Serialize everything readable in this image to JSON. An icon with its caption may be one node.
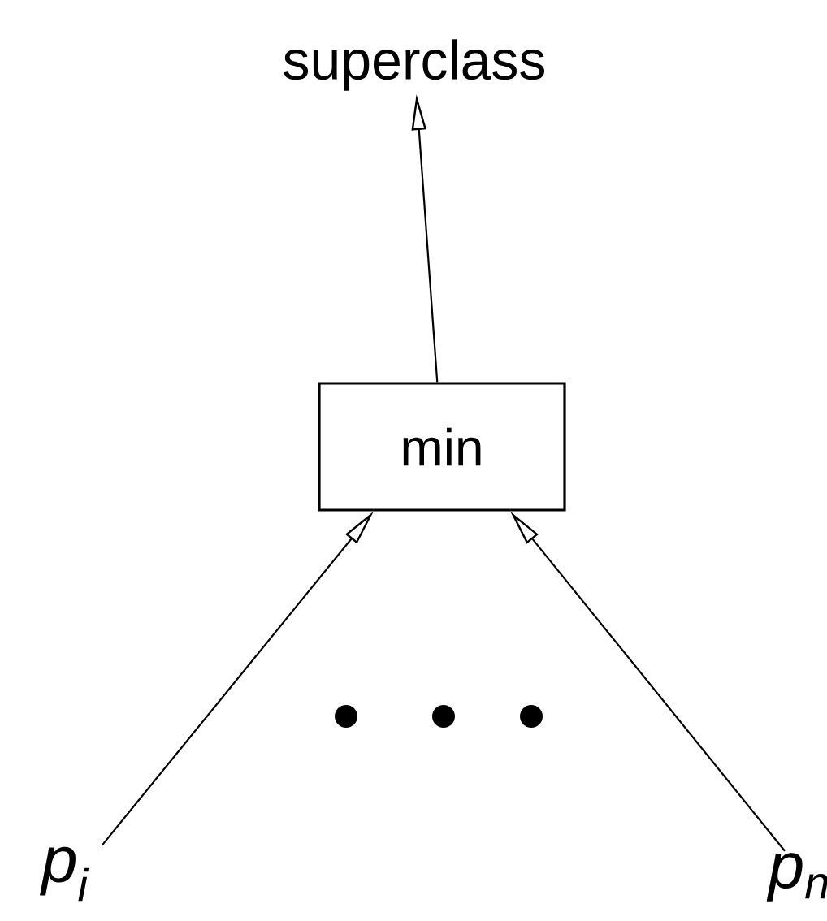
{
  "diagram": {
    "nodes": [
      {
        "text": [
          "superclass"
        ]
      },
      {
        "text": [
          "min"
        ]
      },
      {
        "text": [
          "p$_{i}$"
        ]
      },
      {
        "text": [
          "p$_{n}$"
        ]
      }
    ],
    "edges": [
      {
        "from": 1,
        "to": 0,
        "arrow": "to"
      },
      {
        "from": 2,
        "to": 1,
        "arrow": "to"
      },
      {
        "from": 3,
        "to": 1,
        "arrow": "to"
      }
    ]
  }
}
